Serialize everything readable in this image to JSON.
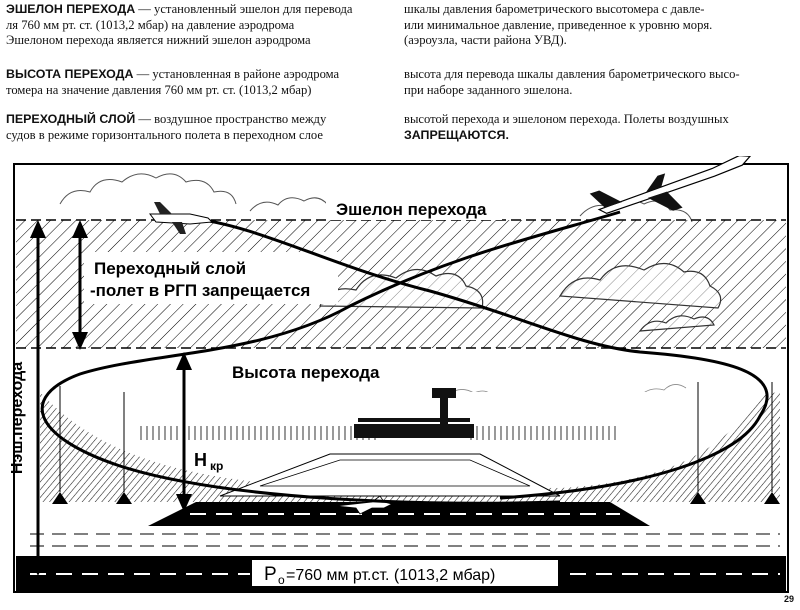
{
  "definitions": [
    {
      "term": "ЭШЕЛОН ПЕРЕХОДА",
      "left_lines": [
        " — установленный эшелон для перевода",
        "ля 760 мм рт. ст. (1013,2 мбар) на давление аэродрома",
        "Эшелоном перехода является нижний эшелон аэродрома"
      ],
      "right_lines": [
        "шкалы давления барометрического высотомера с давле-",
        "или минимальное давление, приведенное к уровню моря.",
        "(аэроузла, части района УВД)."
      ]
    },
    {
      "term": "ВЫСОТА ПЕРЕХОДА",
      "left_lines": [
        " — установленная в районе аэродрома",
        "томера на значение давления 760 мм рт. ст. (1013,2 мбар)"
      ],
      "right_lines": [
        "высота для перевода шкалы давления барометрического высо-",
        "при наборе заданного эшелона."
      ]
    },
    {
      "term": "ПЕРЕХОДНЫЙ СЛОЙ",
      "left_lines": [
        " — воздушное пространство между",
        "судов в режиме горизонтального полета в переходном слое"
      ],
      "right_lines": [
        "высотой перехода и эшелоном перехода. Полеты воздушных",
        "ЗАПРЕЩАЮТСЯ."
      ]
    }
  ],
  "figure": {
    "label_echelon": "Эшелон перехода",
    "label_layer_line1": "Переходный слой",
    "label_layer_line2": "-полет в РГП запрещается",
    "label_height": "Высота перехода",
    "label_h_ech": "Нэш.перехода",
    "label_h_kr_main": "Н",
    "label_h_kr_sub": "кр",
    "label_pressure_p": "Р",
    "label_pressure_sub": "о",
    "label_pressure_rest": "=760 мм рт.ст. (1013,2 мбар)"
  },
  "page_number": "29"
}
